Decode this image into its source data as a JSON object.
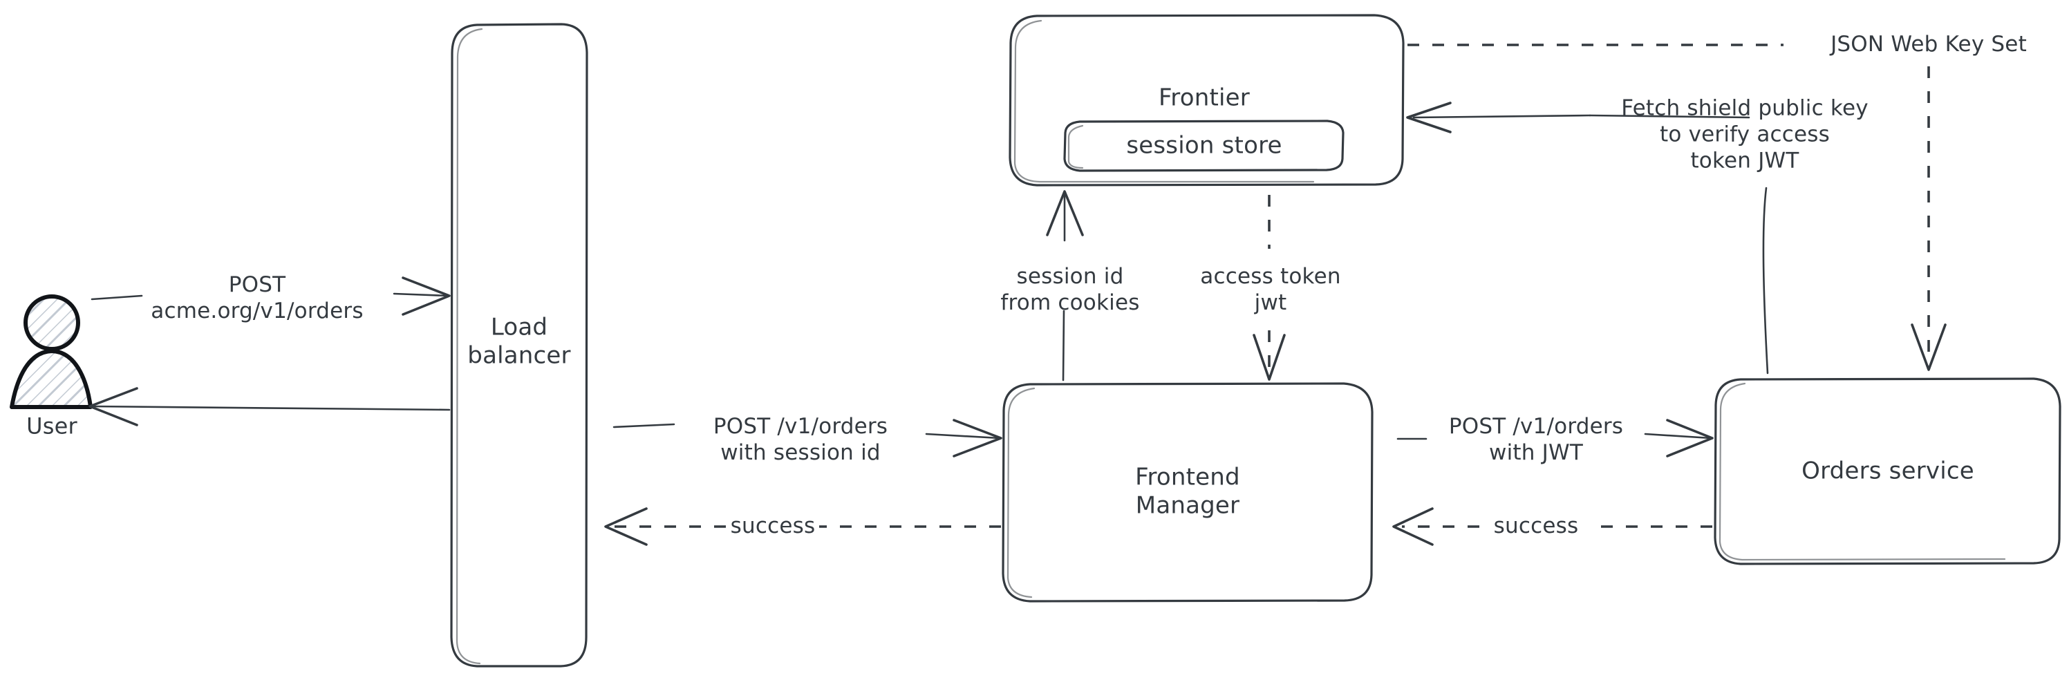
{
  "diagram": {
    "title": "Authentication request flow",
    "background": "#ffffff",
    "stroke_color": "#343a40",
    "actor_stroke_color": "#111418"
  },
  "actors": {
    "user": {
      "label": "User"
    }
  },
  "nodes": {
    "load_balancer": {
      "label": "Load\nbalancer"
    },
    "frontier": {
      "label": "Frontier"
    },
    "session_store": {
      "label": "session store"
    },
    "frontend_manager": {
      "label": "Frontend\nManager"
    },
    "orders_service": {
      "label": "Orders service"
    }
  },
  "edges": {
    "user_to_lb": {
      "label": "POST\nacme.org/v1/orders",
      "style": "solid",
      "direction": "right"
    },
    "lb_to_user": {
      "label": "",
      "style": "solid",
      "direction": "left"
    },
    "lb_to_fm": {
      "label": "POST /v1/orders\nwith session id",
      "style": "solid",
      "direction": "right"
    },
    "fm_to_lb": {
      "label": "success",
      "style": "dashed",
      "direction": "left"
    },
    "fm_to_frontier": {
      "label": "session id\nfrom cookies",
      "style": "solid",
      "direction": "up"
    },
    "frontier_to_fm": {
      "label": "access token\njwt",
      "style": "dashed",
      "direction": "down"
    },
    "fm_to_orders": {
      "label": "POST /v1/orders\nwith JWT",
      "style": "solid",
      "direction": "right"
    },
    "orders_to_fm": {
      "label": "success",
      "style": "dashed",
      "direction": "left"
    },
    "orders_to_frontier": {
      "label": "Fetch shield public key\nto verify access\ntoken JWT",
      "style": "solid",
      "direction": "left"
    },
    "frontier_to_orders": {
      "label": "JSON Web Key Set",
      "style": "dashed",
      "direction": "down"
    }
  }
}
